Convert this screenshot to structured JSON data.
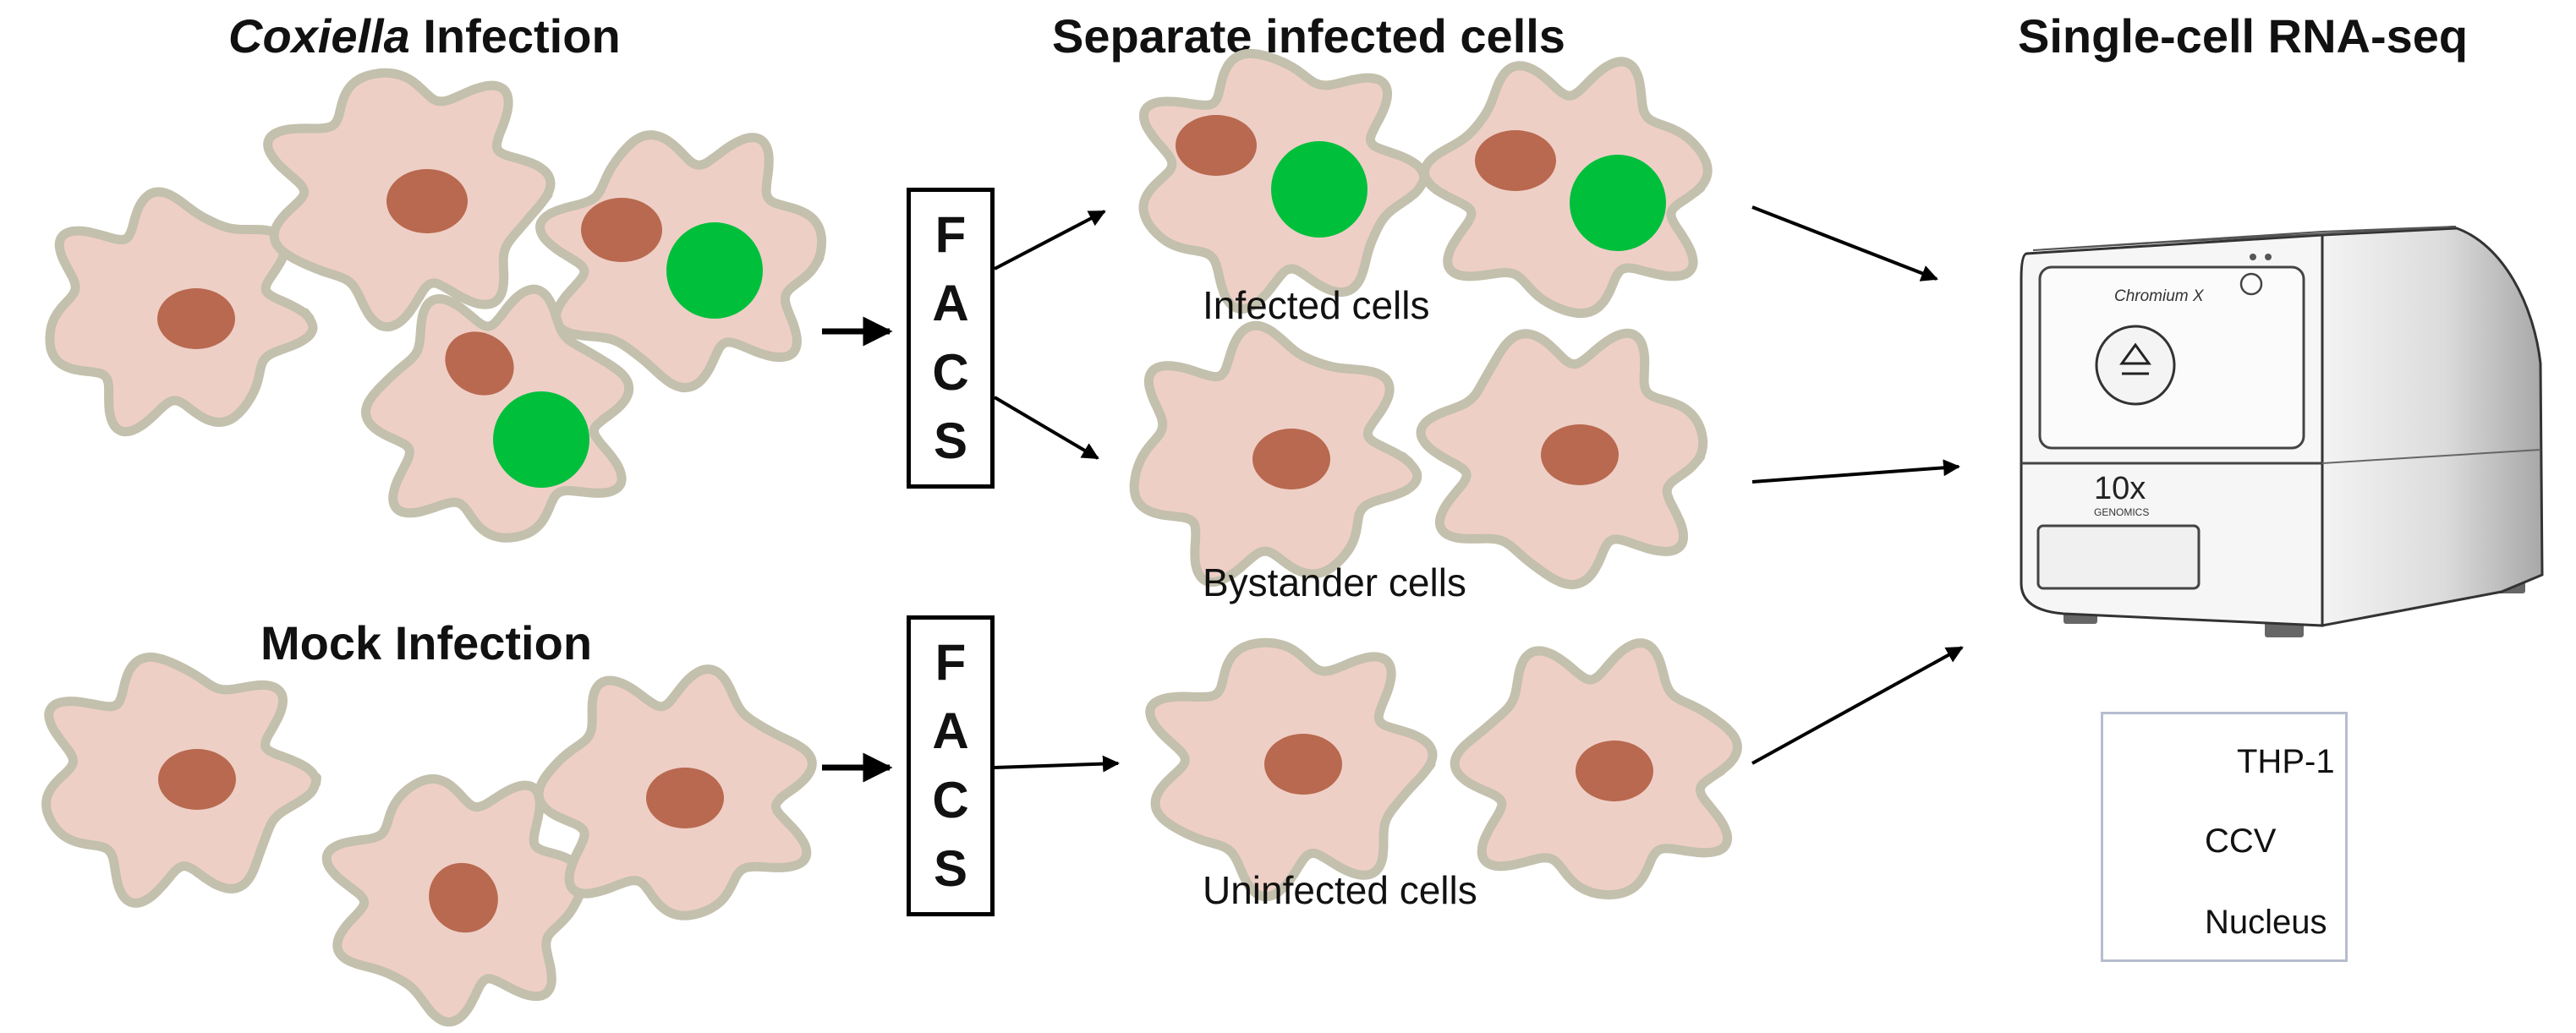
{
  "headings": {
    "coxiella_italic": "Coxiella",
    "coxiella_rest": " Infection",
    "separate": "Separate infected cells",
    "scrnaseq": "Single-cell RNA-seq",
    "mock": "Mock Infection"
  },
  "facs_letters": [
    "F",
    "A",
    "C",
    "S"
  ],
  "cell_groups": {
    "infected": "Infected cells",
    "bystander": "Bystander cells",
    "uninfected": "Uninfected cells"
  },
  "instrument": {
    "model": "Chromium X",
    "brand": "10x",
    "brand_sub": "GENOMICS"
  },
  "legend": {
    "thp1": "THP-1",
    "ccv": "CCV",
    "nucleus": "Nucleus"
  },
  "colors": {
    "cell_fill": "#eecfc6",
    "cell_border": "#c3c0ad",
    "nucleus": "#b8694f",
    "ccv": "#00bf3b",
    "legend_border": "#b6bdd0"
  }
}
